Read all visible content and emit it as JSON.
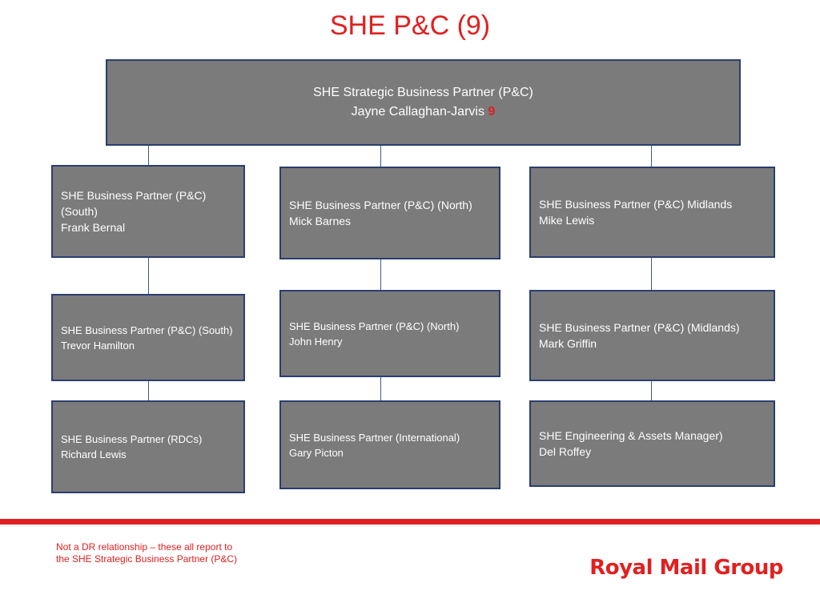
{
  "page": {
    "title": "SHE P&C (9)"
  },
  "top": {
    "role": "SHE Strategic Business Partner (P&C)",
    "name": "Jayne Callaghan-Jarvis",
    "count": "9"
  },
  "columns": [
    [
      {
        "role": "SHE Business Partner (P&C) (South)",
        "name": "Frank Bernal"
      },
      {
        "role": "SHE Business Partner (P&C) (South)",
        "name": "Trevor Hamilton"
      },
      {
        "role": "SHE Business Partner (RDCs)",
        "name": "Richard Lewis"
      }
    ],
    [
      {
        "role": "SHE Business Partner (P&C) (North)",
        "name": "Mick Barnes"
      },
      {
        "role": "SHE Business Partner (P&C) (North)",
        "name": "John Henry"
      },
      {
        "role": "SHE Business Partner (International)",
        "name": "Gary Picton"
      }
    ],
    [
      {
        "role": "SHE Business Partner  (P&C) Midlands",
        "name": "Mike Lewis"
      },
      {
        "role": "SHE Business Partner (P&C) (Midlands)",
        "name": "Mark Griffin"
      },
      {
        "role": "SHE Engineering & Assets Manager)",
        "name": "Del Roffey"
      }
    ]
  ],
  "footer": {
    "note": "Not a DR relationship – these all report to the SHE Strategic Business Partner (P&C)",
    "brand": "Royal Mail Group"
  },
  "colors": {
    "title": "#e02020",
    "box_fill": "#7b7b7b",
    "box_border": "#2a3e6e",
    "connector": "#3a5a9a",
    "brand": "#e02020"
  }
}
